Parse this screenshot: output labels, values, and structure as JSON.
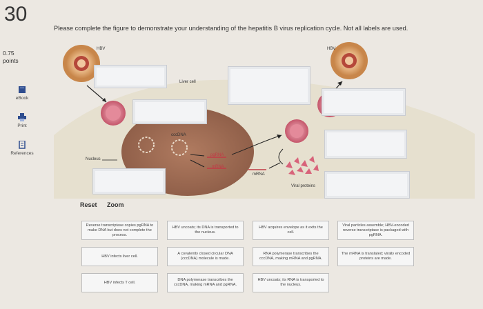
{
  "question": {
    "number": "30",
    "text": "Please complete the figure to demonstrate your understanding of the hepatitis B virus replication cycle. Not all labels are used.",
    "points_value": "0.75",
    "points_label": "points"
  },
  "sidebar": {
    "items": [
      {
        "label": "eBook",
        "icon": "book-icon"
      },
      {
        "label": "Print",
        "icon": "printer-icon"
      },
      {
        "label": "References",
        "icon": "references-icon"
      }
    ]
  },
  "figure": {
    "labels": {
      "hbv_left": "HBV",
      "hbv_right": "HBV",
      "liver_cell": "Liver cell",
      "nucleus": "Nucleus",
      "cccdna": "cccDNA",
      "pgrna": "pgRNA",
      "mrna_inside": "mRNA",
      "mrna_outside": "mRNA",
      "viral_proteins": "Viral proteins"
    }
  },
  "controls": {
    "reset": "Reset",
    "zoom": "Zoom"
  },
  "answer_labels": [
    "Reverse transcriptase copies pgRNA to make DNA but does not complete the process.",
    "HBV uncoats; its DNA is transported to the nucleus.",
    "HBV acquires envelope as it exits the cell.",
    "Viral particles assemble; HBV-encoded reverse transcriptase is packaged with pgRNA.",
    "HBV infects liver cell.",
    "A covalently closed circular DNA (cccDNA) molecule is made.",
    "RNA polymerase transcribes the cccDNA, making mRNA and pgRNA.",
    "The mRNA is translated; virally encoded proteins are made.",
    "HBV infects T cell.",
    "DNA polymerase transcribes the cccDNA, making mRNA and pgRNA.",
    "HBV uncoats; its RNA is transported to the nucleus."
  ],
  "colors": {
    "virus_orange": "#d99a5c",
    "virus_pink": "#c5566b",
    "nucleus_brown": "#9b6a52",
    "cytoplasm": "#e9e4d4",
    "label_red": "#c23a45"
  }
}
